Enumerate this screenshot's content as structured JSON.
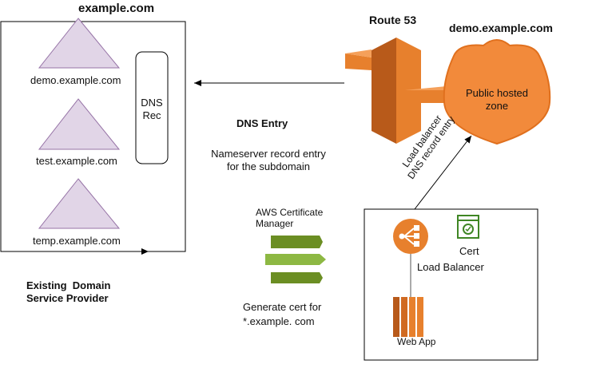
{
  "left_box": {
    "title": "example.com",
    "subdomains": [
      "demo.example.com",
      "test.example.com",
      "temp.example.com"
    ],
    "dns_rec_label": [
      "DNS",
      "Rec"
    ],
    "provider_label": [
      "Existing  Domain",
      "Service Provider"
    ]
  },
  "route53": {
    "title": "Route 53",
    "hosted_zone_title": "demo.example.com",
    "hosted_zone_label": [
      "Public hosted",
      "zone"
    ]
  },
  "dns_entry": {
    "title": "DNS Entry",
    "description": [
      "Nameserver record entry",
      "for the subdomain"
    ]
  },
  "acm": {
    "title": [
      "AWS Certificate",
      "Manager"
    ],
    "caption": [
      "Generate cert for",
      "*.example. com"
    ]
  },
  "right_box": {
    "lb_label": "Load Balancer",
    "cert_label": "Cert",
    "webapp_label": "Web App",
    "arrow_label": [
      "Load balancer",
      "DNS record entry"
    ]
  },
  "colors": {
    "aws_orange": "#E7802D",
    "aws_orange_dark": "#B85A1A",
    "zone_orange": "#F28A3B",
    "triangle_fill": "#E1D5E7",
    "triangle_stroke": "#9673A6",
    "acm_green": "#6B8E23",
    "acm_green_light": "#8DB843",
    "cert_green": "#3F8624"
  }
}
